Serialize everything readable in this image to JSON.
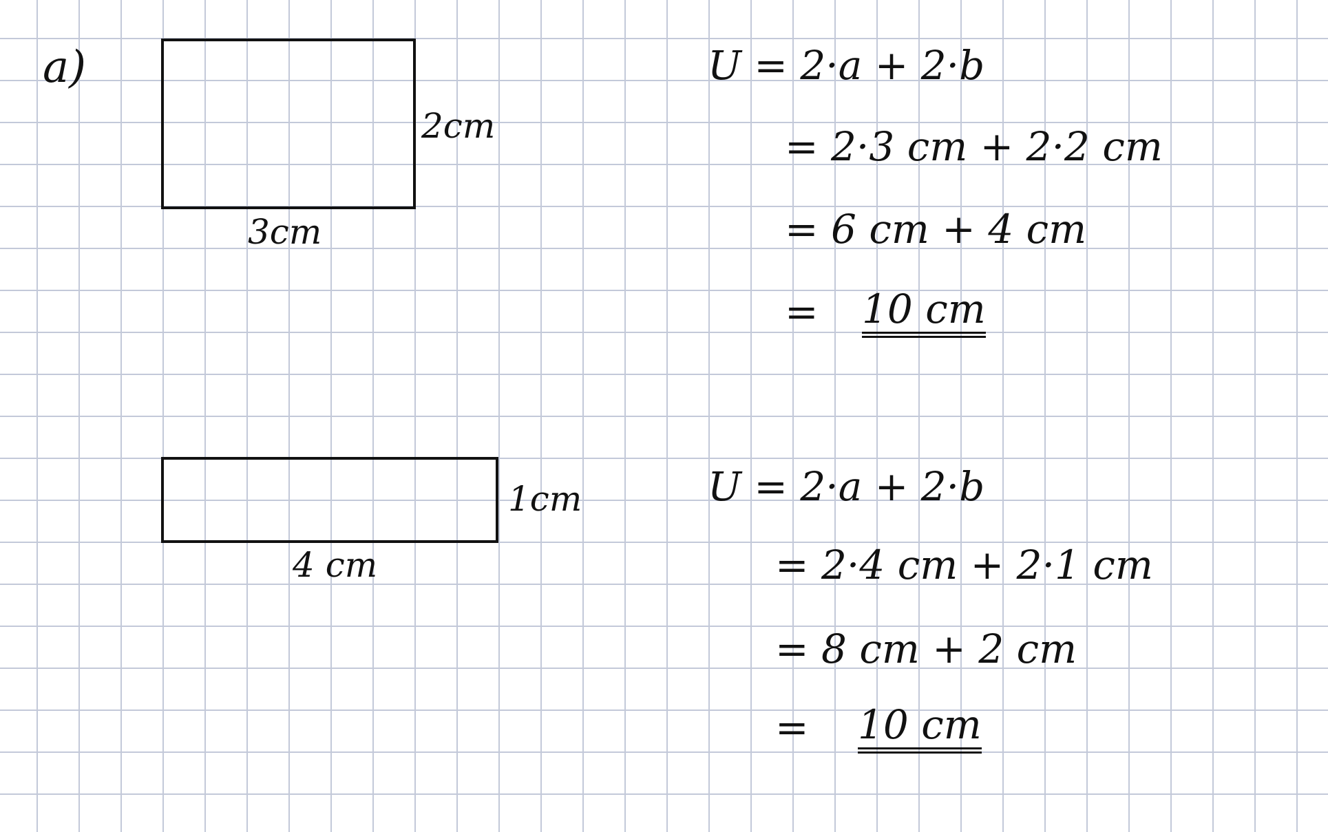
{
  "part_label": "a)",
  "figure1": {
    "height_label": "2cm",
    "width_label": "3cm",
    "lines": [
      "U  =  2·a + 2·b",
      "=  2·3 cm + 2·2 cm",
      "=  6 cm + 4 cm",
      "="
    ],
    "result": "10 cm"
  },
  "figure2": {
    "height_label": "1cm",
    "width_label": "4 cm",
    "lines": [
      "U  =  2·a + 2·b",
      "=  2·4 cm + 2·1 cm",
      "=  8 cm + 2 cm",
      "="
    ],
    "result": "10 cm"
  }
}
